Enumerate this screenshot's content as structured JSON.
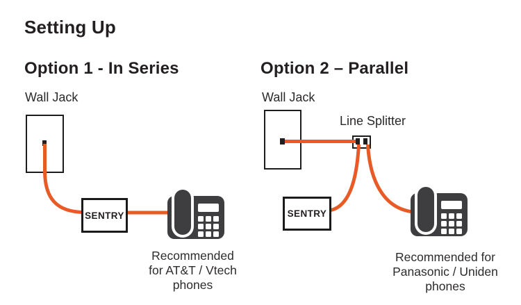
{
  "title": "Setting Up",
  "colors": {
    "cable_orange": "#E85B27",
    "phone_charcoal": "#3E3E40",
    "text_dark": "#231F20"
  },
  "icons": {
    "phone": "desk-phone-icon",
    "wall_jack": "wall-jack-box",
    "splitter": "line-splitter-box"
  },
  "options": [
    {
      "heading": "Option 1 - In Series",
      "wall_jack_label": "Wall Jack",
      "device_label": "SENTRY",
      "recommendation_lines": [
        "Recommended",
        "for AT&T / Vtech",
        "phones"
      ]
    },
    {
      "heading": "Option 2 – Parallel",
      "wall_jack_label": "Wall Jack",
      "splitter_label": "Line Splitter",
      "device_label": "SENTRY",
      "recommendation_lines": [
        "Recommended for",
        "Panasonic /  Uniden",
        "phones"
      ]
    }
  ]
}
